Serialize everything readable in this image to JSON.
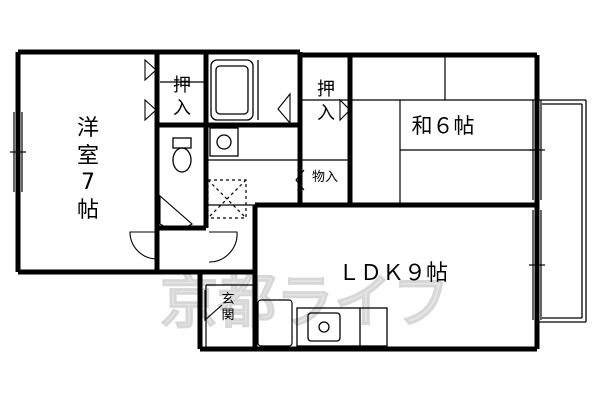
{
  "rooms": {
    "western": {
      "line1": "洋",
      "line2": "室",
      "line3": "7",
      "line4": "帖"
    },
    "japanese": "和６帖",
    "ldk": "ＬＤＫ９帖"
  },
  "storage": {
    "closet_west": {
      "line1": "押",
      "line2": "入"
    },
    "closet_east": {
      "line1": "押",
      "line2": "入"
    },
    "storeroom": "物入"
  },
  "entrance": {
    "line1": "玄",
    "line2": "関"
  },
  "watermark": "京都ライフ",
  "colors": {
    "wall": "#000000",
    "line": "#000000",
    "watermark": "#cfcfcf",
    "background": "#ffffff"
  }
}
